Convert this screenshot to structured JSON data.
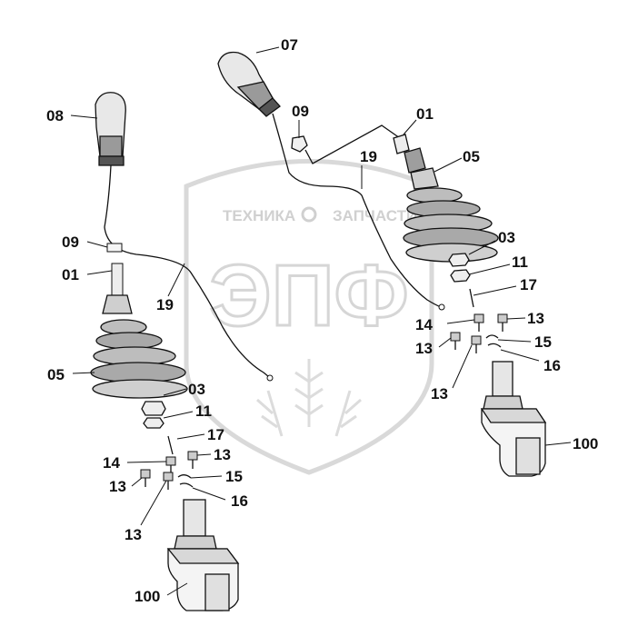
{
  "watermark": {
    "top_text_left": "ТЕХНИКА",
    "top_text_right": "ЗАПЧАСТИ",
    "logo": "ЭПФ",
    "color": "#d6d6d6"
  },
  "callouts": {
    "left": {
      "c08": "08",
      "c09": "09",
      "c01": "01",
      "c19": "19",
      "c05": "05",
      "c03": "03",
      "c11": "11",
      "c17": "17",
      "c14": "14",
      "c13a": "13",
      "c13b": "13",
      "c15": "15",
      "c16": "16",
      "c13c": "13",
      "c100": "100"
    },
    "right": {
      "c07": "07",
      "c09": "09",
      "c01": "01",
      "c19": "19",
      "c05": "05",
      "c03": "03",
      "c11": "11",
      "c17": "17",
      "c14": "14",
      "c13a": "13",
      "c13b": "13",
      "c15": "15",
      "c16": "16",
      "c13c": "13",
      "c100": "100"
    }
  }
}
